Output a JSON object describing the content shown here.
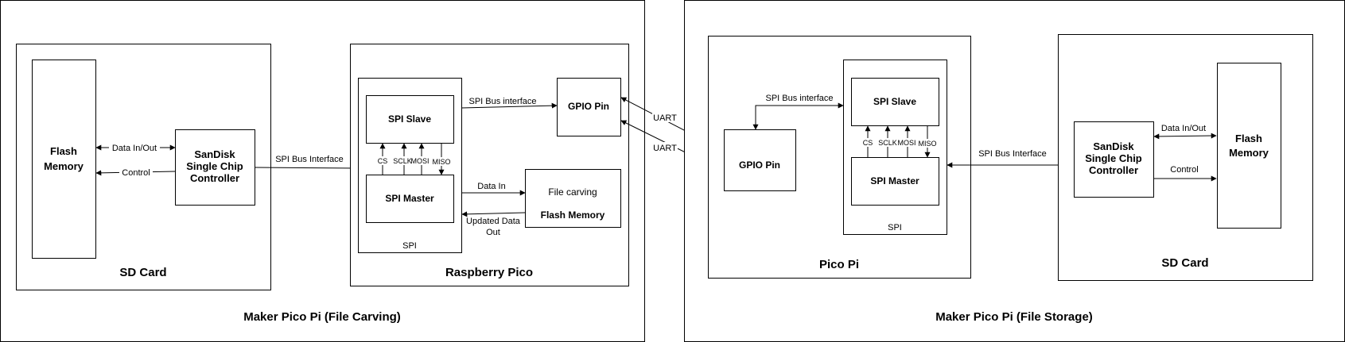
{
  "left_system": {
    "caption": "Maker Pico Pi (File Carving)",
    "sd_card": {
      "title": "SD Card",
      "flash_memory_lines": [
        "Flash",
        "Memory"
      ],
      "controller_lines": [
        "SanDisk",
        "Single Chip",
        "Controller"
      ],
      "data_label": "Data In/Out",
      "control_label": "Control"
    },
    "bus_label": "SPI Bus Interface",
    "pico": {
      "title": "Raspberry Pico",
      "spi_label": "SPI",
      "spi_slave": "SPI  Slave",
      "spi_master": "SPI Master",
      "signals": [
        "CS",
        "SCLK",
        "MOSI",
        "MISO"
      ],
      "bus_label": "SPI Bus interface",
      "gpio": "GPIO Pin",
      "data_in": "Data In",
      "updated_out_lines": [
        "Updated Data",
        "Out"
      ],
      "file_carving": "File carving",
      "flash_memory": "Flash Memory"
    }
  },
  "uart_labels": [
    "UART",
    "UART"
  ],
  "right_system": {
    "caption": "Maker Pico Pi (File Storage)",
    "pico": {
      "title": "Pico Pi",
      "gpio": "GPIO Pin",
      "bus_label": "SPI Bus interface",
      "spi_label": "SPI",
      "spi_slave": "SPI Slave",
      "spi_master": "SPI Master",
      "signals": [
        "CS",
        "SCLK",
        "MOSI",
        "MISO"
      ]
    },
    "bus_label": "SPI Bus Interface",
    "sd_card": {
      "title": "SD Card",
      "controller_lines": [
        "SanDisk",
        "Single Chip",
        "Controller"
      ],
      "flash_memory_lines": [
        "Flash",
        "Memory"
      ],
      "data_label": "Data In/Out",
      "control_label": "Control"
    }
  }
}
